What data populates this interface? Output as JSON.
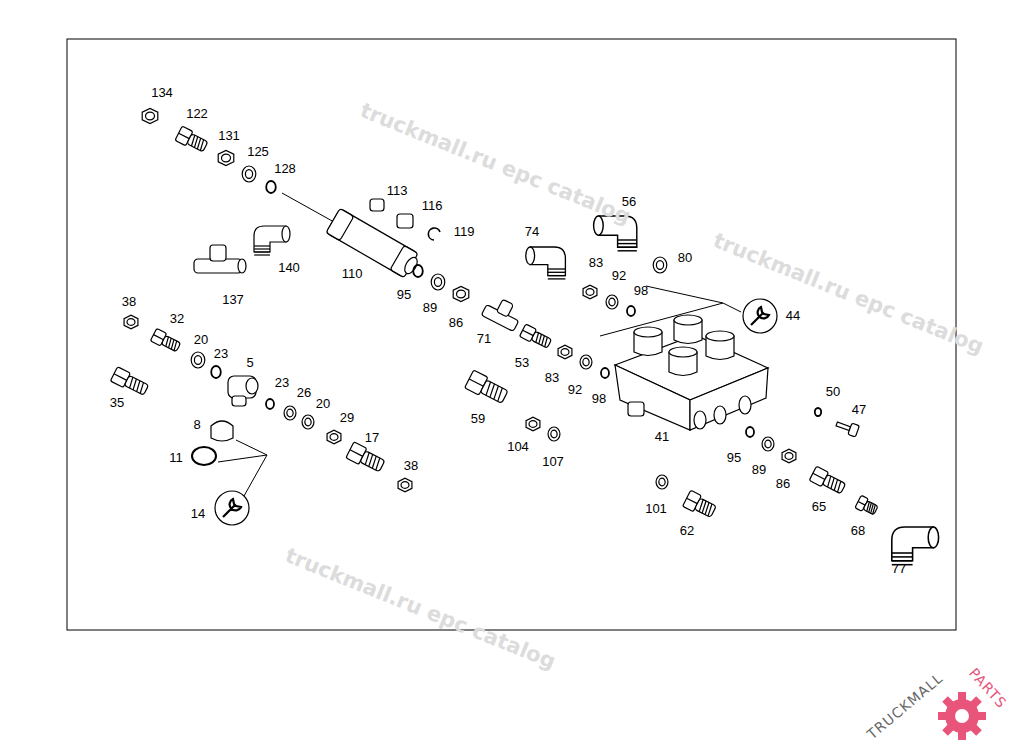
{
  "diagram": {
    "labels": [
      "truckmall.ru epc catalog",
      "truckmall.ru epc catalog",
      "truckmall.ru epc catalog",
      "134",
      "122",
      "131",
      "125",
      "128",
      "113",
      "116",
      "56",
      "119",
      "74",
      "80",
      "83",
      "92",
      "140",
      "110",
      "98",
      "137",
      "95",
      "89",
      "86",
      "44",
      "38",
      "32",
      "71",
      "20",
      "23",
      "5",
      "53",
      "83",
      "92",
      "98",
      "50",
      "23",
      "47",
      "35",
      "26",
      "20",
      "29",
      "59",
      "17",
      "8",
      "104",
      "107",
      "41",
      "95",
      "89",
      "11",
      "86",
      "38",
      "65",
      "14",
      "101",
      "62",
      "68",
      "77",
      "TRUCKMALL",
      "PARTS"
    ]
  }
}
